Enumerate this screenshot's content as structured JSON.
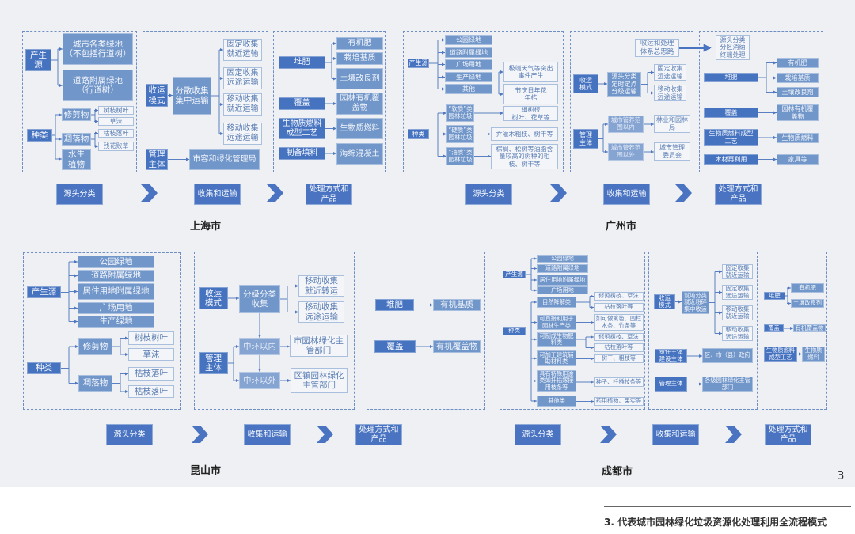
{
  "figure": {
    "page_number": "3",
    "caption": "3. 代表城市园林绿化垃圾资源化处理利用全流程模式"
  },
  "stages": {
    "source": "源头分类",
    "collection": "收集和运输",
    "processing": "处理方式和\n产品"
  },
  "colors": {
    "primary": "#4673c0",
    "secondary": "#7196c9",
    "light_fill": "#f3f5f9",
    "panel_border": "#6e8ec6",
    "background": "#eff0f3"
  },
  "shanghai": {
    "city": "上海市",
    "source": {
      "origin_label": "产生\n源",
      "origins": [
        "城市各类绿地\n（不包括行道树）",
        "道路附属绿地\n（行道树）"
      ],
      "types_label": "种类",
      "types": [
        {
          "label": "修剪物",
          "items": [
            "树枝树叶",
            "草沫"
          ]
        },
        {
          "label": "凋落物",
          "items": [
            "枯枝落叶",
            "残花败草"
          ]
        },
        {
          "label": "水生\n植物",
          "items": []
        }
      ]
    },
    "collection": {
      "mode_label": "收运\n模式",
      "mode": "分散收集\n集中运输",
      "methods": [
        "固定收集\n就近运输",
        "固定收集\n远途运输",
        "移动收集\n就近运输",
        "移动收集\n远途运输"
      ],
      "manager_label": "管理\n主体",
      "manager": "市容和绿化管理局"
    },
    "processing": [
      {
        "method": "堆肥",
        "products": [
          "有机肥",
          "栽培基质",
          "土壤改良剂"
        ]
      },
      {
        "method": "覆盖",
        "products": [
          "园林有机覆\n盖物"
        ]
      },
      {
        "method": "生物质燃料\n成型工艺",
        "products": [
          "生物质燃料"
        ]
      },
      {
        "method": "制备填料",
        "products": [
          "海绵混凝土"
        ]
      }
    ]
  },
  "guangzhou": {
    "city": "广州市",
    "source": {
      "origin_label": "产生源",
      "origins": [
        "公园绿地",
        "道路附属绿地",
        "广场用地",
        "生产绿地",
        "其他"
      ],
      "other_items": [
        "极端天气等突出\n事件产生",
        "节庆日年花\n年桔"
      ],
      "types_label": "种类",
      "types": [
        {
          "label": "“软质”类\n园林垃圾",
          "desc": "细树枝\n树叶、花草等"
        },
        {
          "label": "“硬质”类\n园林垃圾",
          "desc": "乔灌木粗枝、树干等"
        },
        {
          "label": "“油质”类\n园林垃圾",
          "desc": "棕榈、松树等油脂含\n量较高的树种的粗\n枝、树干等"
        }
      ]
    },
    "collection": {
      "overall": "收运和处理\n体系总思路",
      "mode_label": "收运\n模式",
      "mode": "源头分类\n定时定点\n分级运输",
      "methods": [
        "固定收集\n远途运输",
        "移动收集\n远途运输"
      ],
      "manager_label": "管理\n主体",
      "scopes": [
        {
          "scope": "城市管养范\n围以内",
          "manager": "林业和园林\n局"
        },
        {
          "scope": "城市管养范\n围以外",
          "manager": "城市管理\n委员会"
        }
      ]
    },
    "processing": {
      "overall": "源头分类\n分区消纳\n终端处理",
      "methods": [
        {
          "method": "堆肥",
          "products": [
            "有机肥",
            "栽培基质",
            "土壤改良剂"
          ]
        },
        {
          "method": "覆盖",
          "products": [
            "园林有机覆\n盖物"
          ]
        },
        {
          "method": "生物质燃料成型\n工艺",
          "products": [
            "生物质燃料"
          ]
        },
        {
          "method": "木材再利用",
          "products": [
            "家具等"
          ]
        }
      ]
    }
  },
  "kunshan": {
    "city": "昆山市",
    "source": {
      "origin_label": "产生源",
      "origins": [
        "公园绿地",
        "道路附属绿地",
        "居住用地附属绿地",
        "广场用地",
        "生产绿地"
      ],
      "types_label": "种类",
      "types": [
        {
          "label": "修剪物",
          "items": [
            "树枝树叶",
            "草沫"
          ]
        },
        {
          "label": "凋落物",
          "items": [
            "枯枝落叶",
            "枯枝落叶"
          ]
        }
      ]
    },
    "collection": {
      "mode_label": "收运\n模式",
      "mode": "分级分类\n收集",
      "methods": [
        "移动收集\n就近转运",
        "移动收集\n远途运输"
      ],
      "manager_label": "管理\n主体",
      "scopes": [
        {
          "scope": "中环以内",
          "manager": "市园林绿化主\n管部门"
        },
        {
          "scope": "中环以外",
          "manager": "区镇园林绿化\n主管部门"
        }
      ]
    },
    "processing": [
      {
        "method": "堆肥",
        "products": [
          "有机基质"
        ]
      },
      {
        "method": "覆盖",
        "products": [
          "有机覆盖物"
        ]
      }
    ]
  },
  "chengdu": {
    "city": "成都市",
    "source": {
      "origin_label": "产生源",
      "origins": [
        "公园绿地",
        "道路附属绿地",
        "居住用地附属绿地",
        "广场用地"
      ],
      "types_label": "种类",
      "types": [
        {
          "label": "自然降解类",
          "items": [
            "修剪树枝、草沫",
            "枯枝落叶等"
          ]
        },
        {
          "label": "可直接利用于\n园林生产类",
          "items": [
            "如可做篱笆、围栏\n木条、竹条等"
          ]
        },
        {
          "label": "可制成生物肥\n料类",
          "items": [
            "修剪树枝、草沫",
            "枯枝落叶等"
          ]
        },
        {
          "label": "可加工建筑辅\n助材料类",
          "items": [
            "树干、粗枝等"
          ]
        },
        {
          "label": "具有特殊用途\n类如扦插嫁接\n用枝条等",
          "items": [
            "种子、扦插枝条等"
          ]
        },
        {
          "label": "其他类",
          "items": [
            "药用植物、果实等"
          ]
        }
      ]
    },
    "collection": {
      "mode_label": "收运\n模式",
      "mode": "就地分类\n就近粉碎\n集中收运",
      "methods": [
        "固定收集\n就近运输",
        "固定收集\n远途运输",
        "移动收集\n就近运输",
        "移动收集\n远途运输"
      ],
      "responsible_label": "责任主体\n建设主体",
      "responsible": "区、市（县）政府",
      "manager_label": "管理主体",
      "manager": "各级园林绿化主管\n部门"
    },
    "processing": [
      {
        "method": "堆肥",
        "products": [
          "有机肥",
          "土壤改良剂"
        ]
      },
      {
        "method": "覆盖",
        "products": [
          "有机覆盖物"
        ]
      },
      {
        "method": "生物质燃料\n成型工艺",
        "products": [
          "生物质\n燃料"
        ]
      }
    ]
  }
}
